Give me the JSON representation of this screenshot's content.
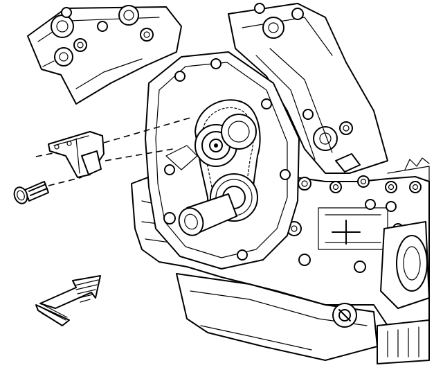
{
  "diagram": {
    "background": "#ffffff",
    "line_color": "#000000",
    "components": [
      {
        "id": "cylinder-head-left",
        "icon": "cylinder-head"
      },
      {
        "id": "cylinder-head-right",
        "icon": "cylinder-head"
      },
      {
        "id": "engine-block",
        "icon": "engine-block"
      },
      {
        "id": "timing-cover",
        "icon": "timing-cover"
      },
      {
        "id": "upper-idler-pulley",
        "icon": "pulley"
      },
      {
        "id": "crankshaft-sprocket",
        "icon": "sprocket"
      },
      {
        "id": "crankshaft-nose",
        "icon": "shaft"
      },
      {
        "id": "timing-chain",
        "icon": "chain"
      },
      {
        "id": "chain-tensioner",
        "icon": "tensioner"
      },
      {
        "id": "tensioner-bolt",
        "icon": "bolt"
      },
      {
        "id": "oil-pan",
        "icon": "oil-pan"
      },
      {
        "id": "oil-filter-adapter",
        "icon": "oil-filter"
      },
      {
        "id": "oil-drain-plug",
        "icon": "plug"
      },
      {
        "id": "front-direction-arrow",
        "icon": "arrow-left-down"
      }
    ]
  }
}
